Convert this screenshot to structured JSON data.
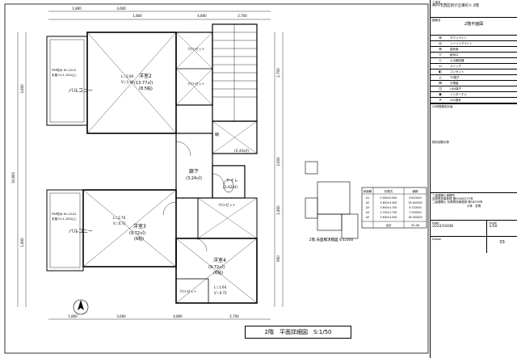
{
  "drawing": {
    "title": "2階　平面詳細図　S:1/50",
    "area_title": "2階 床面積求積図 S:1/200",
    "dims_top": [
      "1,800",
      "1,800",
      "3,600",
      "4,800",
      "2,700"
    ],
    "dims_right": [
      "2,700",
      "3,600",
      "1,800",
      "900"
    ],
    "dims_left": [
      "10,800",
      "3,600",
      "1,800"
    ],
    "dims_bottom": [
      "1,800",
      "3,600",
      "4,800",
      "2,700"
    ]
  },
  "rooms": {
    "balcony1": "バルコニー",
    "balcony2": "バルコニー",
    "western2": "洋室2",
    "western2_area": "(13.77㎡)",
    "western2_tatami": "(8.5帖)",
    "western3": "洋室3",
    "western3_area": "(9.72㎡)",
    "western3_tatami": "(6帖)",
    "western4": "洋室4",
    "western4_area": "(9.72㎡)",
    "western4_tatami": "(6帖)",
    "hallway": "廊下",
    "hallway_area": "(3.24㎡)",
    "storage": "納",
    "storage_area": "(2.43㎡)",
    "toilet": "トイレ",
    "toilet_area": "(1.62㎡)",
    "closet": "クロ-ゼット",
    "light1": "L＝2.60",
    "vent1": "V＝1.44",
    "light3": "L＝2.70",
    "vent3": "V＝0.72",
    "light4": "L＝1.64",
    "vent4": "V＝0.72",
    "handrail1": "FRP防水 W=1G12",
    "handrail2": "手摺 H=1,100以上",
    "handrail3": "FRP防水 W=1G12",
    "handrail4": "手摺 H=1,100以上"
  },
  "area_table": {
    "headers": [
      "床面積",
      "計算式",
      "面積"
    ],
    "rows": [
      [
        "A1",
        "0.900×0.900",
        "0.810000"
      ],
      [
        "A2",
        "3.600×5.400",
        "19.440000"
      ],
      [
        "A3",
        "3.600×2.700",
        "9.720000"
      ],
      [
        "A4",
        "2.700×2.700",
        "7.290000"
      ],
      [
        "A5",
        "3.600×4.500",
        "16.200000"
      ]
    ],
    "total_label": "合計",
    "total_value": "53.46"
  },
  "title_block": {
    "project_label": "工事名",
    "project": "神戸市西区新が丘東町① 2階",
    "drawing_label": "図面名",
    "drawing": "2階平面図",
    "legend": [
      {
        "sym": "⊕",
        "txt": "ダウンライト"
      },
      {
        "sym": "◎",
        "txt": "シーリングライト"
      },
      {
        "sym": "⊗",
        "txt": "換気扇"
      },
      {
        "sym": "▽",
        "txt": "給気口"
      },
      {
        "sym": "◇",
        "txt": "火災報知器"
      },
      {
        "sym": "▭",
        "txt": "スイッチ"
      },
      {
        "sym": "◐",
        "txt": "コンセント"
      },
      {
        "sym": "△",
        "txt": "TV端子"
      },
      {
        "sym": "⊞",
        "txt": "分電盤"
      },
      {
        "sym": "◫",
        "txt": "LAN端子"
      },
      {
        "sym": "◉",
        "txt": "インターホン"
      },
      {
        "sym": "✕",
        "txt": "24h換気"
      }
    ],
    "ventilation_title": "24時間換気計画",
    "calc_title": "換気回数計算",
    "office": "二級建築士事務所",
    "office_no": "兵庫県知事登録 第03A00271号",
    "architect": "二級建築士 兵庫県知事登録 第18239号",
    "name": "小林　宏明",
    "date_label": "Date",
    "date": "2022/10/08",
    "scale_label": "Scale",
    "scale": "1/50",
    "drawn_label": "Drawn",
    "sheet_no": "03"
  }
}
